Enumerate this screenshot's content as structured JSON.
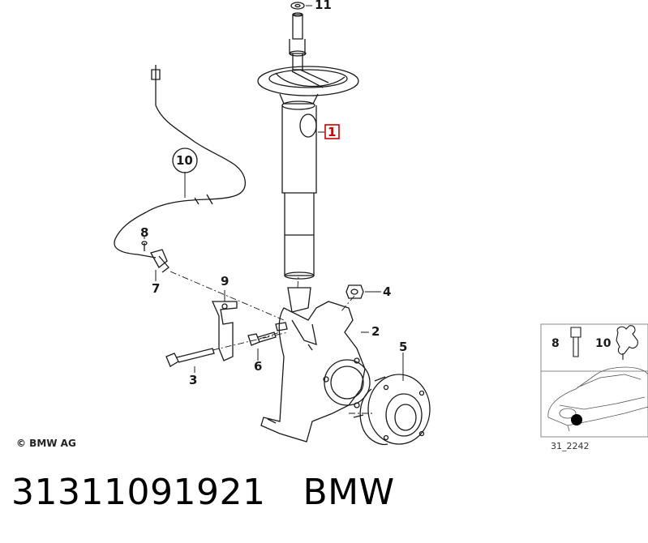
{
  "copyright": "© BMW AG",
  "part_number": "31311091921",
  "brand": "BMW",
  "inset_code": "31_2242",
  "callouts": {
    "c1": "1",
    "c2": "2",
    "c3": "3",
    "c4": "4",
    "c5": "5",
    "c6": "6",
    "c7": "7",
    "c8": "8",
    "c9": "9",
    "c10": "10",
    "c11": "11",
    "inset8": "8",
    "inset10": "10"
  },
  "colors": {
    "line": "#1a1a1a",
    "highlight": "#cc0000",
    "inset_border": "#888888"
  }
}
